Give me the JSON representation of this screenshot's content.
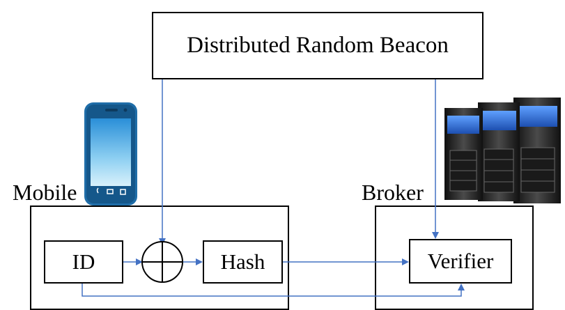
{
  "diagram": {
    "beacon_label": "Distributed Random Beacon",
    "mobile_label": "Mobile",
    "broker_label": "Broker",
    "id_label": "ID",
    "hash_label": "Hash",
    "verifier_label": "Verifier",
    "xor_symbol": "xor-circle",
    "phone_icon": "smartphone-icon",
    "server_icon": "server-rack-icon"
  },
  "colors": {
    "arrow": "#4472C4",
    "phone_body": "#1F6DA8",
    "server_body": "#2b2b2b",
    "server_screen": "#2F6FD6"
  }
}
